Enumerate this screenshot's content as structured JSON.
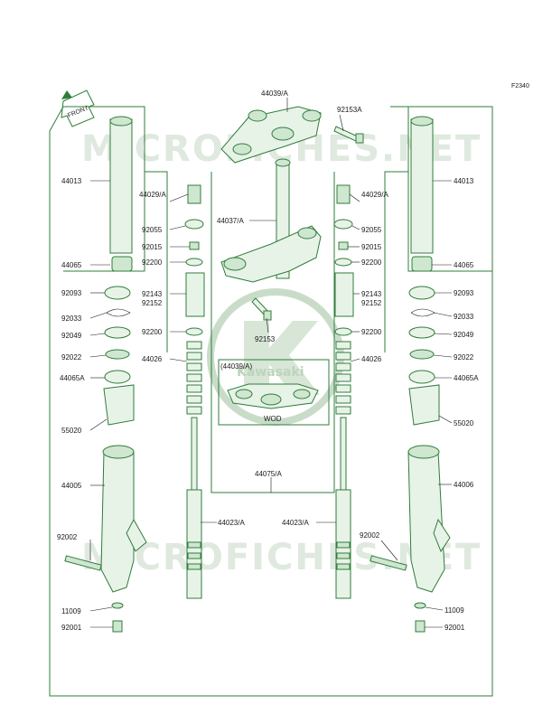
{
  "figure_code": "F2340",
  "front_label": "FRONT",
  "watermark": "MICROFICHES.NET",
  "brand_logo": "Kawasaki",
  "inset": {
    "label": "(44039/A)",
    "note": "WOD"
  },
  "colors": {
    "line": "#2f7d3a",
    "fill": "#e8f3e8",
    "fill_dark": "#cfe6d0",
    "text": "#1a1a1a"
  },
  "labels": {
    "l44039": "44039/A",
    "l92153a": "92153A",
    "l44037": "44037/A",
    "l92153": "92153",
    "l44075": "44075/A",
    "l44023l": "44023/A",
    "l44023r": "44023/A",
    "l44013l": "44013",
    "l44065l": "44065",
    "l92093l": "92093",
    "l92033l": "92033",
    "l92049l": "92049",
    "l92022l": "92022",
    "l44065al": "44065A",
    "l55020l": "55020",
    "l44005": "44005",
    "l92002l": "92002",
    "l11009l": "11009",
    "l92001l": "92001",
    "l44029l": "44029/A",
    "l92055l": "92055",
    "l92015l": "92015",
    "l92200al": "92200",
    "l92143l": "92143",
    "l92152l": "92152",
    "l92200bl": "92200",
    "l44026l": "44026",
    "l44013r": "44013",
    "l44065r": "44065",
    "l92093r": "92093",
    "l92033r": "92033",
    "l92049r": "92049",
    "l92022r": "92022",
    "l44065ar": "44065A",
    "l55020r": "55020",
    "l44006": "44006",
    "l92002r": "92002",
    "l11009r": "11009",
    "l92001r": "92001",
    "l44029r": "44029/A",
    "l92055r": "92055",
    "l92015r": "92015",
    "l92200ar": "92200",
    "l92143r": "92143",
    "l92152r": "92152",
    "l92200br": "92200",
    "l44026r": "44026"
  }
}
